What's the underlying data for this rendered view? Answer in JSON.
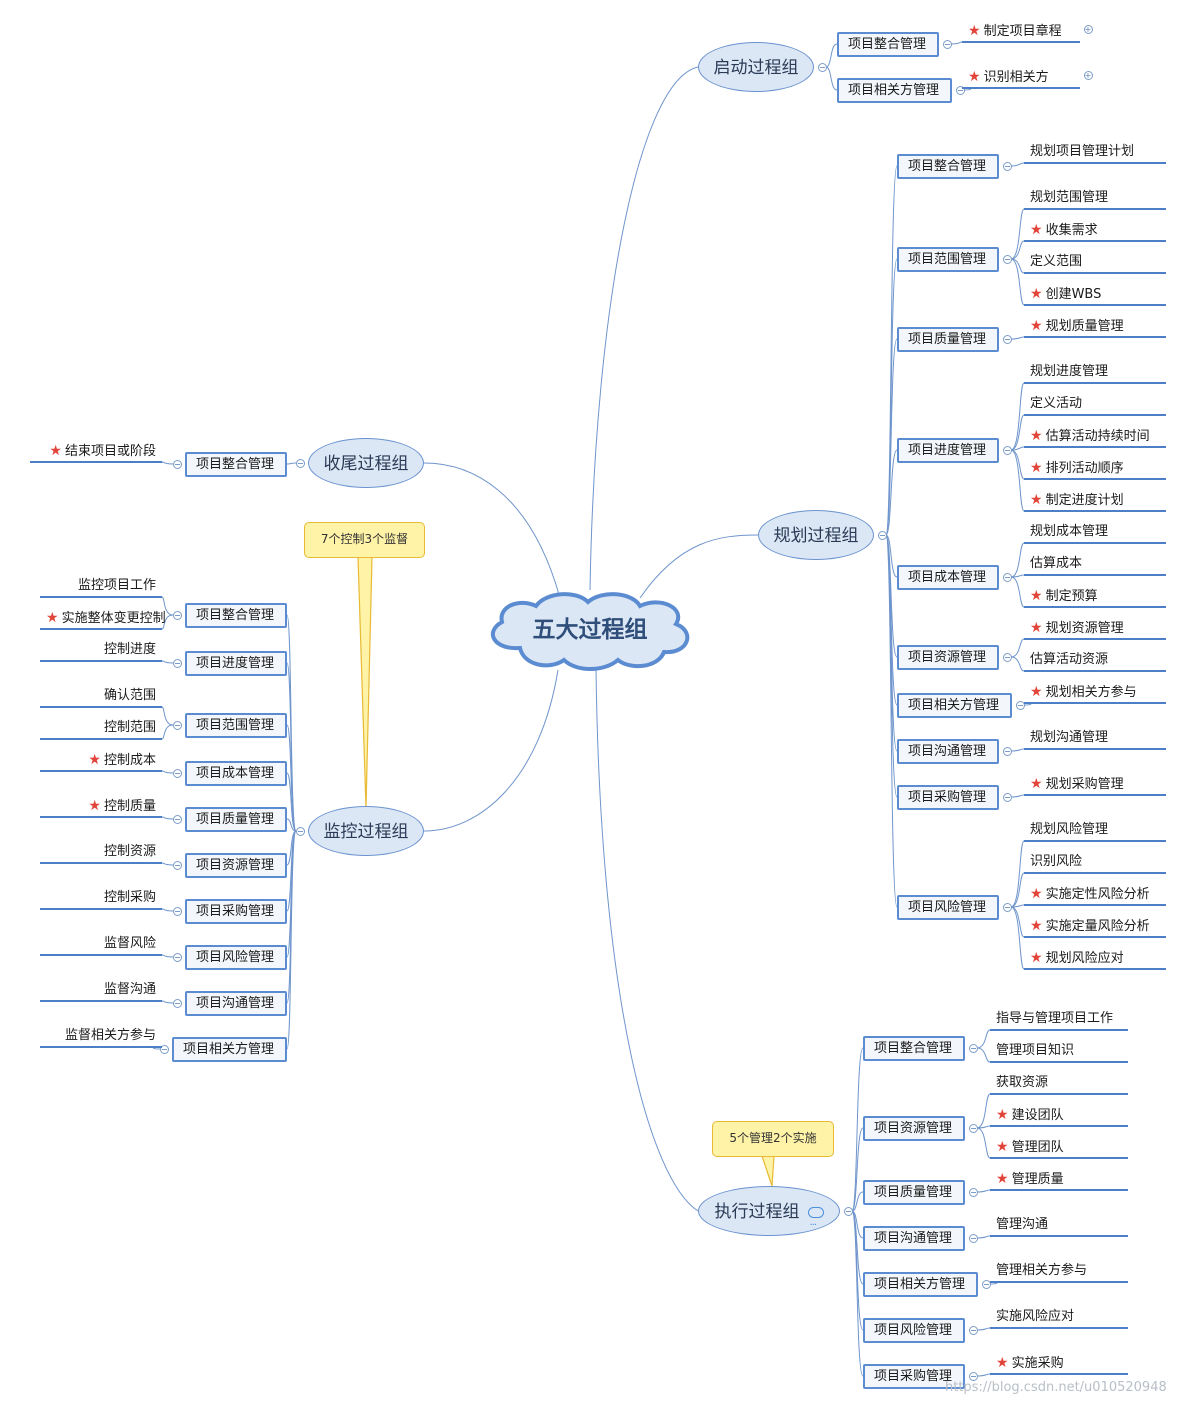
{
  "root": {
    "label": "五大过程组"
  },
  "watermark": "https://blog.csdn.net/u010520948",
  "groups": {
    "initiating": {
      "label": "启动过程组",
      "areas": [
        {
          "label": "项目整合管理",
          "items": [
            {
              "text": "制定项目章程",
              "star": true
            }
          ]
        },
        {
          "label": "项目相关方管理",
          "items": [
            {
              "text": "识别相关方",
              "star": true
            }
          ]
        }
      ]
    },
    "planning": {
      "label": "规划过程组",
      "areas": [
        {
          "label": "项目整合管理",
          "items": [
            {
              "text": "规划项目管理计划",
              "star": false
            }
          ]
        },
        {
          "label": "项目范围管理",
          "items": [
            {
              "text": "规划范围管理",
              "star": false
            },
            {
              "text": "收集需求",
              "star": true
            },
            {
              "text": "定义范围",
              "star": false
            },
            {
              "text": "创建WBS",
              "star": true
            }
          ]
        },
        {
          "label": "项目质量管理",
          "items": [
            {
              "text": "规划质量管理",
              "star": true
            }
          ]
        },
        {
          "label": "项目进度管理",
          "items": [
            {
              "text": "规划进度管理",
              "star": false
            },
            {
              "text": "定义活动",
              "star": false
            },
            {
              "text": "估算活动持续时间",
              "star": true
            },
            {
              "text": "排列活动顺序",
              "star": true
            },
            {
              "text": "制定进度计划",
              "star": true
            }
          ]
        },
        {
          "label": "项目成本管理",
          "items": [
            {
              "text": "规划成本管理",
              "star": false
            },
            {
              "text": "估算成本",
              "star": false
            },
            {
              "text": "制定预算",
              "star": true
            }
          ]
        },
        {
          "label": "项目资源管理",
          "items": [
            {
              "text": "规划资源管理",
              "star": true
            },
            {
              "text": "估算活动资源",
              "star": false
            }
          ]
        },
        {
          "label": "项目相关方管理",
          "items": [
            {
              "text": "规划相关方参与",
              "star": true
            }
          ]
        },
        {
          "label": "项目沟通管理",
          "items": [
            {
              "text": "规划沟通管理",
              "star": false
            }
          ]
        },
        {
          "label": "项目采购管理",
          "items": [
            {
              "text": "规划采购管理",
              "star": true
            }
          ]
        },
        {
          "label": "项目风险管理",
          "items": [
            {
              "text": "规划风险管理",
              "star": false
            },
            {
              "text": "识别风险",
              "star": false
            },
            {
              "text": "实施定性风险分析",
              "star": true
            },
            {
              "text": "实施定量风险分析",
              "star": true
            },
            {
              "text": "规划风险应对",
              "star": true
            }
          ]
        }
      ]
    },
    "executing": {
      "label": "执行过程组",
      "callout": "5个管理2个实施",
      "areas": [
        {
          "label": "项目整合管理",
          "items": [
            {
              "text": "指导与管理项目工作",
              "star": false
            },
            {
              "text": "管理项目知识",
              "star": false
            }
          ]
        },
        {
          "label": "项目资源管理",
          "items": [
            {
              "text": "获取资源",
              "star": false
            },
            {
              "text": "建设团队",
              "star": true
            },
            {
              "text": "管理团队",
              "star": true
            }
          ]
        },
        {
          "label": "项目质量管理",
          "items": [
            {
              "text": "管理质量",
              "star": true
            }
          ]
        },
        {
          "label": "项目沟通管理",
          "items": [
            {
              "text": "管理沟通",
              "star": false
            }
          ]
        },
        {
          "label": "项目相关方管理",
          "items": [
            {
              "text": "管理相关方参与",
              "star": false
            }
          ]
        },
        {
          "label": "项目风险管理",
          "items": [
            {
              "text": "实施风险应对",
              "star": false
            }
          ]
        },
        {
          "label": "项目采购管理",
          "items": [
            {
              "text": "实施采购",
              "star": true
            }
          ]
        }
      ]
    },
    "closing": {
      "label": "收尾过程组",
      "areas": [
        {
          "label": "项目整合管理",
          "items": [
            {
              "text": "结束项目或阶段",
              "star": true
            }
          ]
        }
      ]
    },
    "monitoring": {
      "label": "监控过程组",
      "callout": "7个控制3个监督",
      "areas": [
        {
          "label": "项目整合管理",
          "items": [
            {
              "text": "监控项目工作",
              "star": false
            },
            {
              "text": "实施整体变更控制",
              "star": true
            }
          ]
        },
        {
          "label": "项目进度管理",
          "items": [
            {
              "text": "控制进度",
              "star": false
            }
          ]
        },
        {
          "label": "项目范围管理",
          "items": [
            {
              "text": "确认范围",
              "star": false
            },
            {
              "text": "控制范围",
              "star": false
            }
          ]
        },
        {
          "label": "项目成本管理",
          "items": [
            {
              "text": "控制成本",
              "star": true
            }
          ]
        },
        {
          "label": "项目质量管理",
          "items": [
            {
              "text": "控制质量",
              "star": true
            }
          ]
        },
        {
          "label": "项目资源管理",
          "items": [
            {
              "text": "控制资源",
              "star": false
            }
          ]
        },
        {
          "label": "项目采购管理",
          "items": [
            {
              "text": "控制采购",
              "star": false
            }
          ]
        },
        {
          "label": "项目风险管理",
          "items": [
            {
              "text": "监督风险",
              "star": false
            }
          ]
        },
        {
          "label": "项目沟通管理",
          "items": [
            {
              "text": "监督沟通",
              "star": false
            }
          ]
        },
        {
          "label": "项目相关方管理",
          "items": [
            {
              "text": "监督相关方参与",
              "star": false
            }
          ]
        }
      ]
    }
  },
  "colors": {
    "link": "#6f95cc",
    "group_fill": "#dce7f6",
    "box_border": "#5b8bd0",
    "star": "#e2443a",
    "callout_fill": "#fff3a8",
    "callout_border": "#e8b934"
  }
}
